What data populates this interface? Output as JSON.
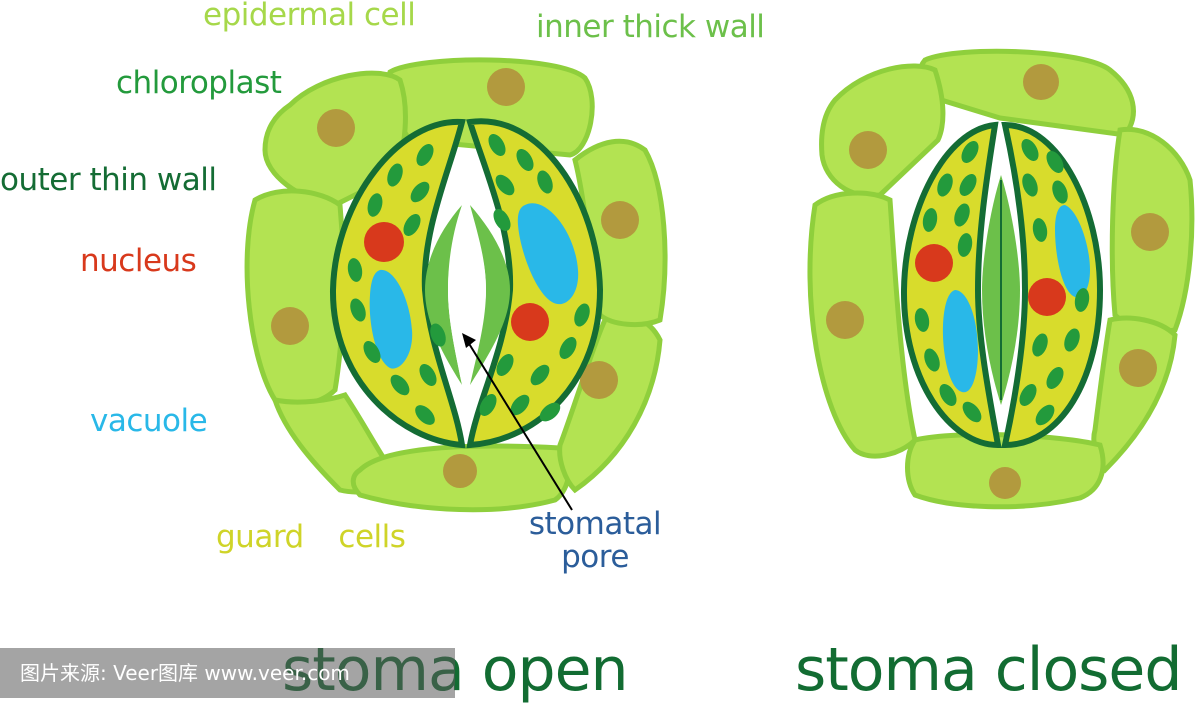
{
  "labels": {
    "epidermal_cell": "epidermal cell",
    "inner_thick_wall": "inner thick wall",
    "chloroplast": "chloroplast",
    "outer_thin_wall": "outer thin wall",
    "nucleus": "nucleus",
    "vacuole": "vacuole",
    "guard_cells": "guard  cells",
    "stomatal_pore": "stomatal pore"
  },
  "titles": {
    "open": "stoma open",
    "closed": "stoma closed"
  },
  "watermark": "图片来源: Veer图库 www.veer.com",
  "colors": {
    "epidermal_cell": "#b3e352",
    "epidermal_cell_outline": "#8fcf3c",
    "epidermal_nucleus": "#b29a3e",
    "guard_cell": "#d8dc2c",
    "guard_wall": "#146c34",
    "inner_wall": "#6cc04a",
    "chloroplast": "#239a3c",
    "nucleus": "#d8391c",
    "vacuole": "#29b8e8",
    "pore": "#ffffff",
    "title": "#126c32"
  }
}
